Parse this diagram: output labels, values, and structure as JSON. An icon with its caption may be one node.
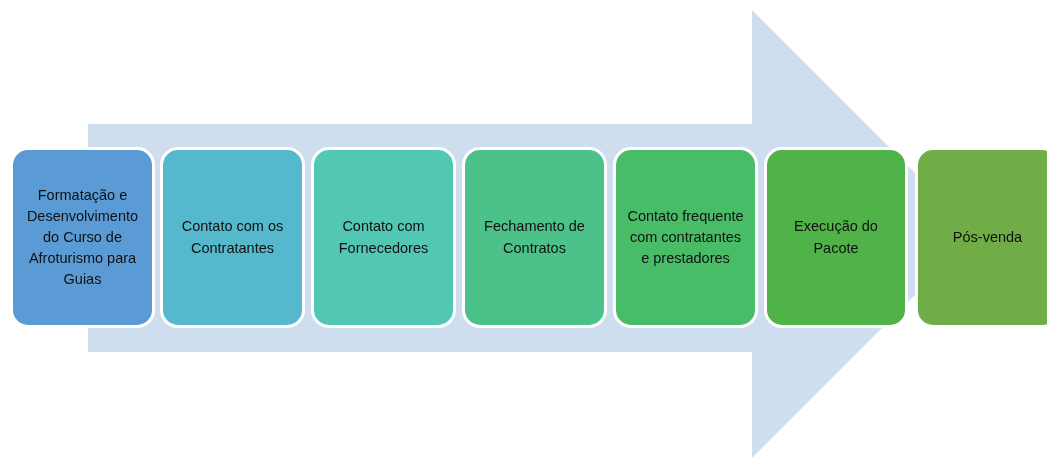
{
  "diagram": {
    "nodes": [
      {
        "text": [
          "Formatação e Desenvolvimento do Curso de Afroturismo para Guias"
        ]
      },
      {
        "text": [
          "Contato com os Contratantes"
        ]
      },
      {
        "text": [
          "Contato com Fornecedores"
        ]
      },
      {
        "text": [
          "Fechamento de Contratos"
        ]
      },
      {
        "text": [
          "Contato frequente com contratantes e prestadores"
        ]
      },
      {
        "text": [
          "Execução do Pacote"
        ]
      },
      {
        "text": [
          "Pós-venda"
        ]
      }
    ],
    "edges": [
      {
        "from": 0,
        "to": 6,
        "arrow": "to"
      }
    ]
  }
}
